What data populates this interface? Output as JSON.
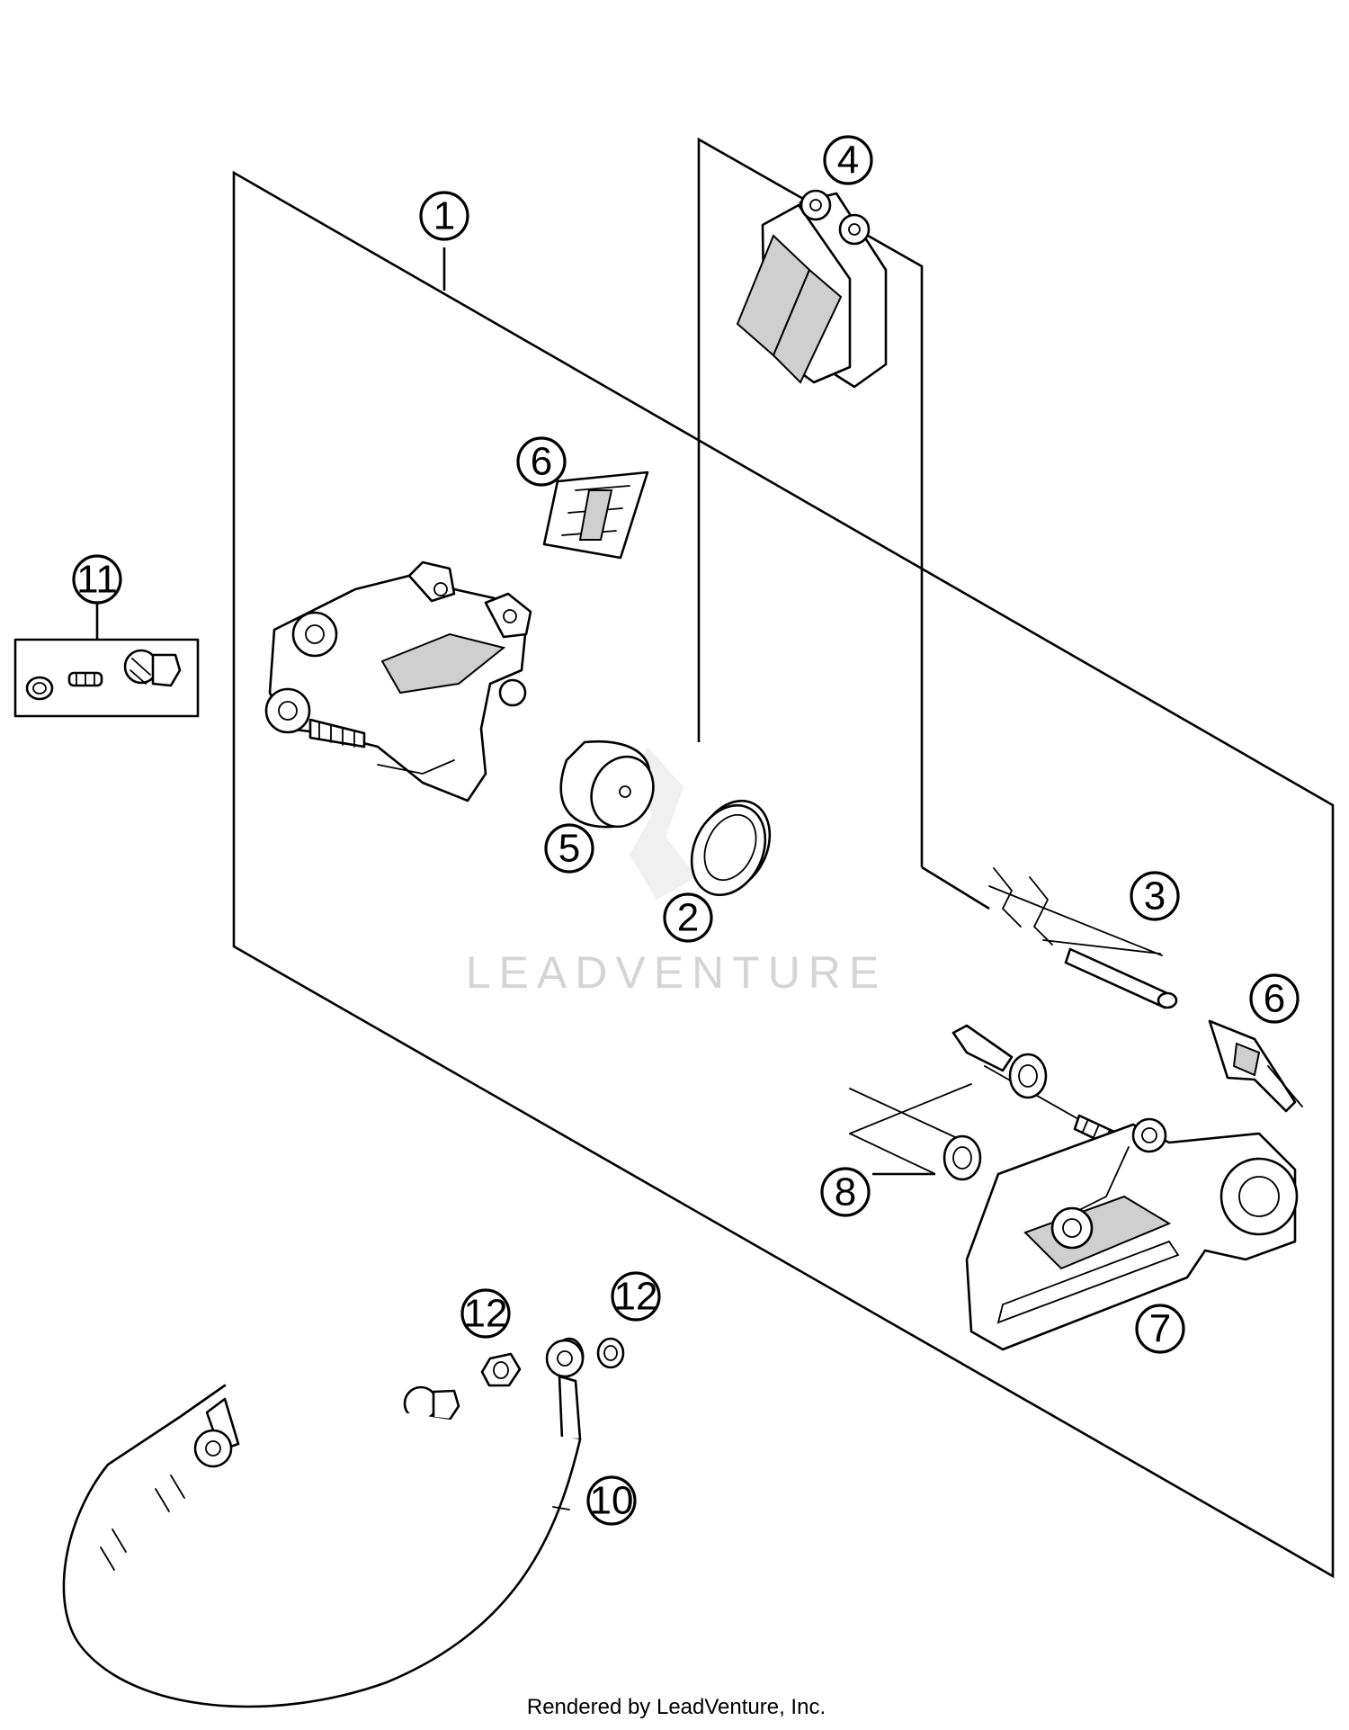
{
  "callouts": {
    "c1": "1",
    "c2": "2",
    "c3": "3",
    "c4": "4",
    "c5": "5",
    "c6a": "6",
    "c6b": "6",
    "c7": "7",
    "c8": "8",
    "c10": "10",
    "c11": "11",
    "c12a": "12",
    "c12b": "12"
  },
  "watermark": "LEADVENTURE",
  "credit": "Rendered by LeadVenture, Inc."
}
